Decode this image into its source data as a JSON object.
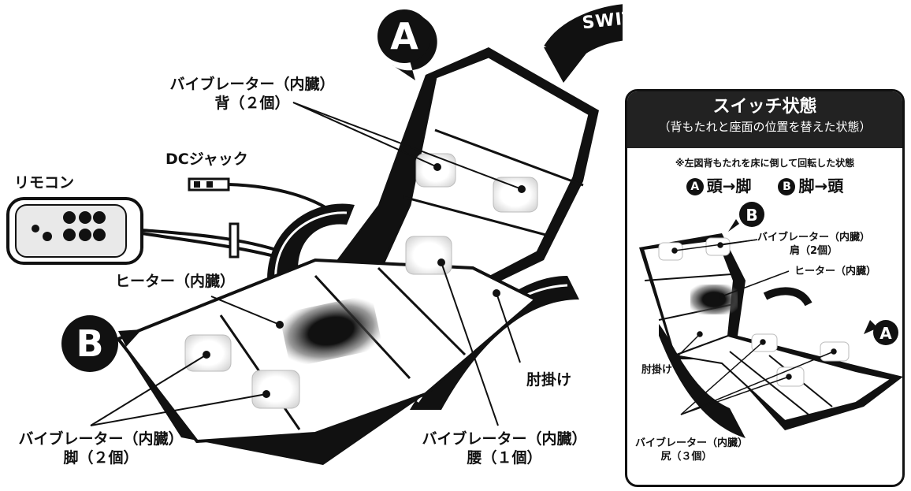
{
  "labels": {
    "back_vibrator": "バイブレーター（内臓）",
    "back_vibrator_sub": "背（２個）",
    "dc_jack": "DCジャック",
    "remote": "リモコン",
    "heater": "ヒーター（内臓）",
    "armrest": "肘掛け",
    "leg_vibrator": "バイブレーター（内臓）",
    "leg_vibrator_sub": "脚（２個）",
    "waist_vibrator": "バイブレーター（内臓）",
    "waist_vibrator_sub": "腰（１個）"
  },
  "markers": {
    "a": "A",
    "b": "B"
  },
  "switch_label": "SWITCH",
  "panel": {
    "title": "スイッチ状態",
    "subtitle": "（背もたれと座面の位置を替えた状態）",
    "note": "※左図背もたれを床に倒して回転した状態",
    "swap_a_badge": "A",
    "swap_a_text": "頭→脚",
    "swap_b_badge": "B",
    "swap_b_text": "脚→頭",
    "shoulder_vibrator": "バイブレーター（内臓）",
    "shoulder_vibrator_sub": "肩（2個）",
    "heater": "ヒーター（内臓）",
    "armrest": "肘掛け",
    "hip_vibrator": "バイブレーター（内臓）",
    "hip_vibrator_sub": "尻（３個）",
    "marker_a": "A",
    "marker_b": "B"
  }
}
